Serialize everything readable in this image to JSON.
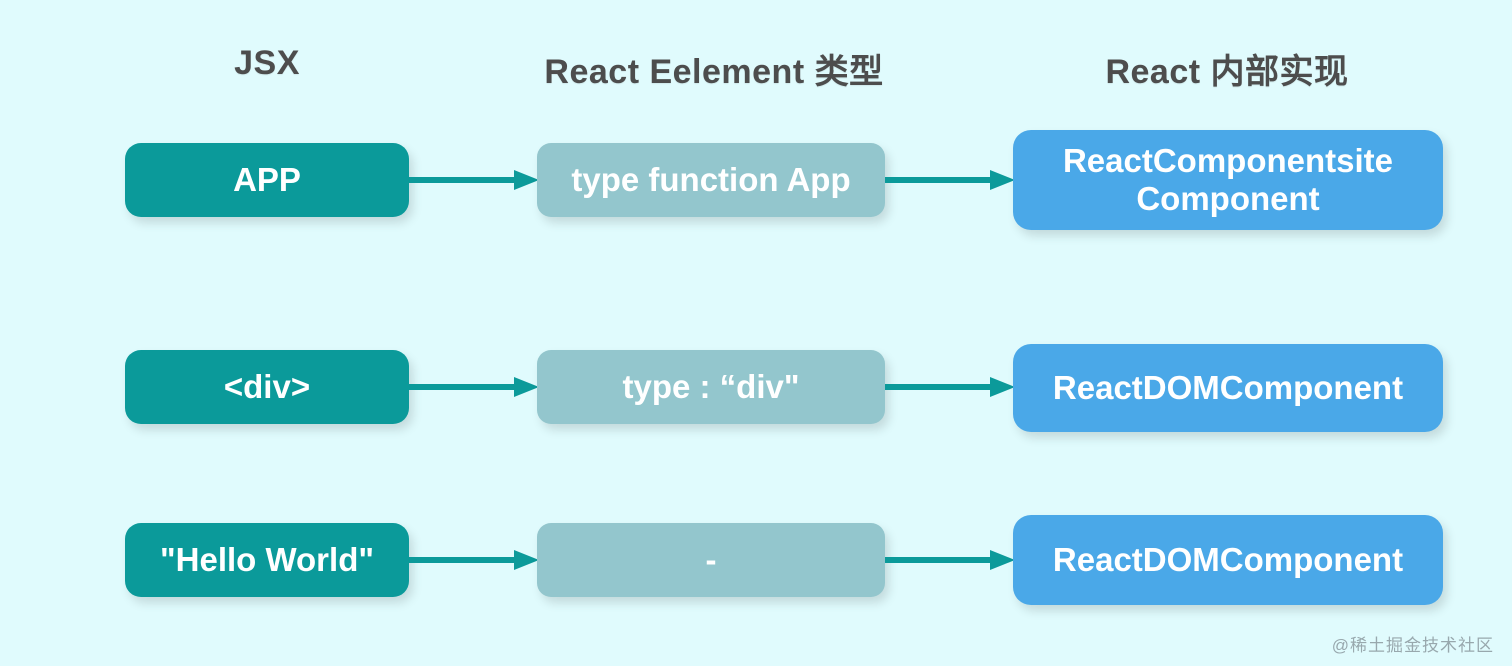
{
  "background_color": "#e0fbfd",
  "palette": {
    "jsx_box": "#0b9a9a",
    "type_box": "#93c6cd",
    "impl_box": "#4aa8e8",
    "arrow": "#0b9a9a",
    "header_text": "#4d4d4d",
    "box_text": "#ffffff"
  },
  "headers": {
    "jsx": "JSX",
    "element_type": "React Eelement 类型",
    "internal": "React 内部实现"
  },
  "rows": [
    {
      "jsx": "APP",
      "element_type": "type function App",
      "internal_line1": "ReactComponentsite",
      "internal_line2": "Component"
    },
    {
      "jsx": "<div>",
      "element_type": "type :  “div\"",
      "internal_line1": "ReactDOMComponent",
      "internal_line2": ""
    },
    {
      "jsx": "\"Hello World\"",
      "element_type": "-",
      "internal_line1": "ReactDOMComponent",
      "internal_line2": ""
    }
  ],
  "watermark": "@稀土掘金技术社区"
}
